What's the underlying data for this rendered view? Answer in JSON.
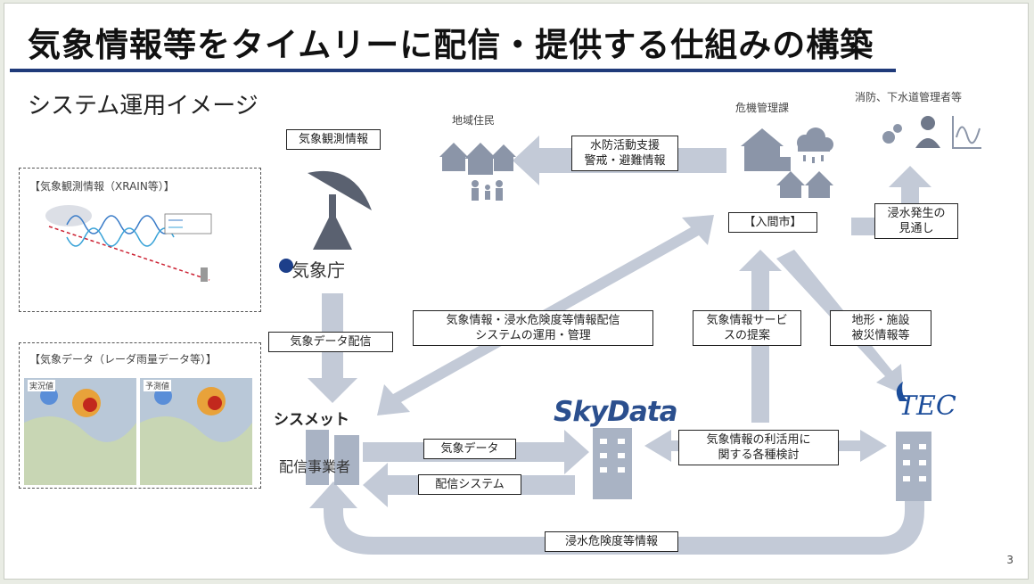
{
  "slide": {
    "title": "気象情報等をタイムリーに配信・提供する仕組みの構築",
    "subtitle": "システム運用イメージ",
    "page_number": "3"
  },
  "panels": {
    "observation_caption": "【気象観測情報（XRAIN等）】",
    "radar_caption": "【気象データ（レーダ雨量データ等）】",
    "radar_tag_1": "実況値",
    "radar_tag_2": "予測値"
  },
  "logos": {
    "jma": "気象庁",
    "sysmet": "シスメット",
    "skydata": "SkyData",
    "tec": "TEC"
  },
  "captions": {
    "residents": "地域住民",
    "city_office": "危機管理課",
    "managers": "消防、下水道管理者等"
  },
  "labels": {
    "obs_info": "気象観測情報",
    "flood_support": [
      "水防活動支援",
      "警戒・避難情報"
    ],
    "city": "【入間市】",
    "inundation": [
      "浸水発生の",
      "見通し"
    ],
    "data_delivery": "気象データ配信",
    "system_ops": [
      "気象情報・浸水危険度等情報配信",
      "システムの運用・管理"
    ],
    "weather_service": [
      "気象情報サービ",
      "スの提案"
    ],
    "terrain": [
      "地形・施設",
      "被災情報等"
    ],
    "weather_data": "気象データ",
    "delivery_system": "配信システム",
    "study": [
      "気象情報の利活用に",
      "関する各種検討"
    ],
    "hazard_info": "浸水危険度等情報",
    "distributor": "配信事業者"
  },
  "colors": {
    "arrow": "#c3cad7",
    "building": "#a9b3c4",
    "rule": "#1f3a7a",
    "skydata": "#2b4f8e",
    "tec": "#1c4d9a"
  },
  "icons": [
    "satellite-dish-icon",
    "houses-icon",
    "family-icon",
    "gear-icon",
    "person-icon",
    "graph-icon",
    "rain-cloud-icon",
    "building-icon"
  ]
}
